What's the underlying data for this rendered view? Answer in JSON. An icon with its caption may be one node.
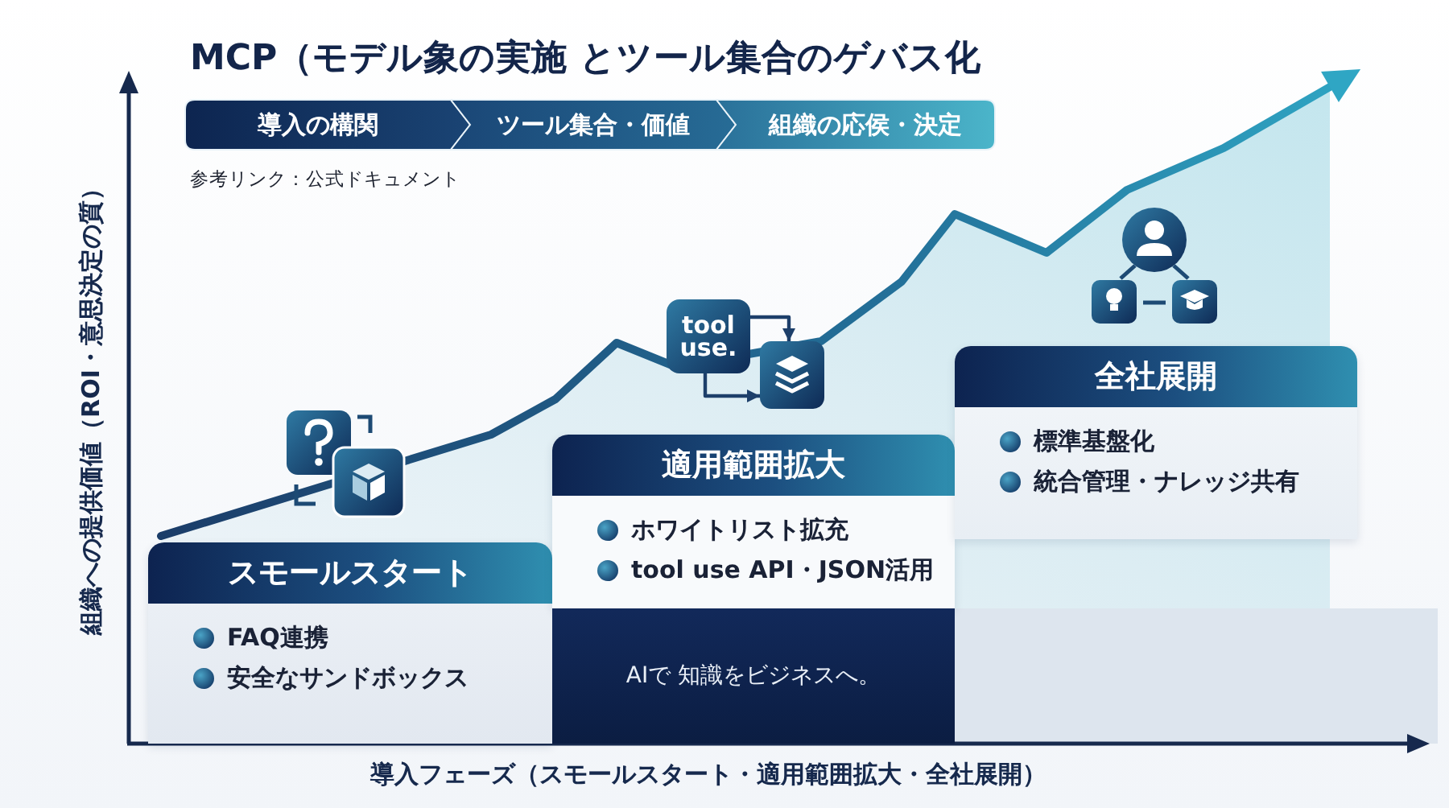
{
  "diagram": {
    "title": "MCP（モデル象の実施 とツール集合のゲバス化",
    "nodes": [
      {
        "text": [
          "導入の構関"
        ]
      },
      {
        "text": [
          "ツール集合・価値"
        ]
      },
      {
        "text": [
          "組織の応侯・決定"
        ]
      },
      {
        "text": [
          "スモールスタート",
          "FAQ連携",
          "安全なサンドボックス"
        ]
      },
      {
        "text": [
          "適用範囲拡大",
          "ホワイトリスト拡充",
          "tool use API・JSON活用"
        ]
      },
      {
        "text": [
          "全社展開",
          "標準基盤化",
          "統合管理・ナレッジ共有"
        ]
      },
      {
        "text": [
          "AIで 知識をビジネスへ。"
        ]
      },
      {
        "text": [
          "tool use."
        ]
      },
      {
        "text": [],
        "shape": "picture"
      }
    ],
    "edges": [
      {
        "from": 7,
        "to": 8,
        "arrow": "to"
      },
      {
        "from": 7,
        "to": 8,
        "arrow": "to"
      }
    ],
    "labels": [
      "参考リンク：公式ドキュメント",
      "組織への提供価値（ROI・意思決定の質）",
      "導入フェーズ（スモールスタート・適用範囲拡大・全社展開）"
    ]
  }
}
